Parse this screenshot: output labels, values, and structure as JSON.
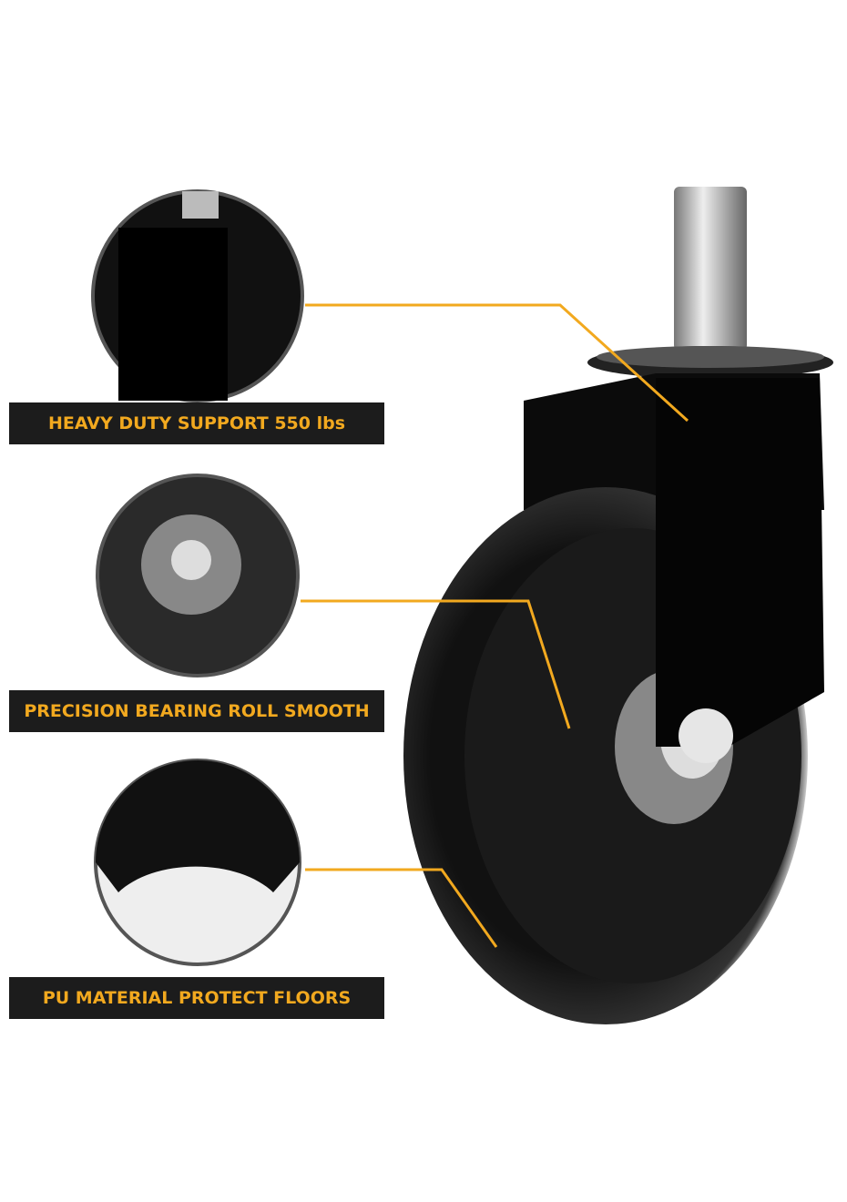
{
  "callouts": [
    {
      "label": "HEAVY DUTY SUPPORT 550 lbs"
    },
    {
      "label": "PRECISION BEARING ROLL SMOOTH"
    },
    {
      "label": "PU MATERIAL PROTECT FLOORS"
    }
  ],
  "colors": {
    "accent": "#f2a91f",
    "label_bg": "#1c1c1c"
  }
}
